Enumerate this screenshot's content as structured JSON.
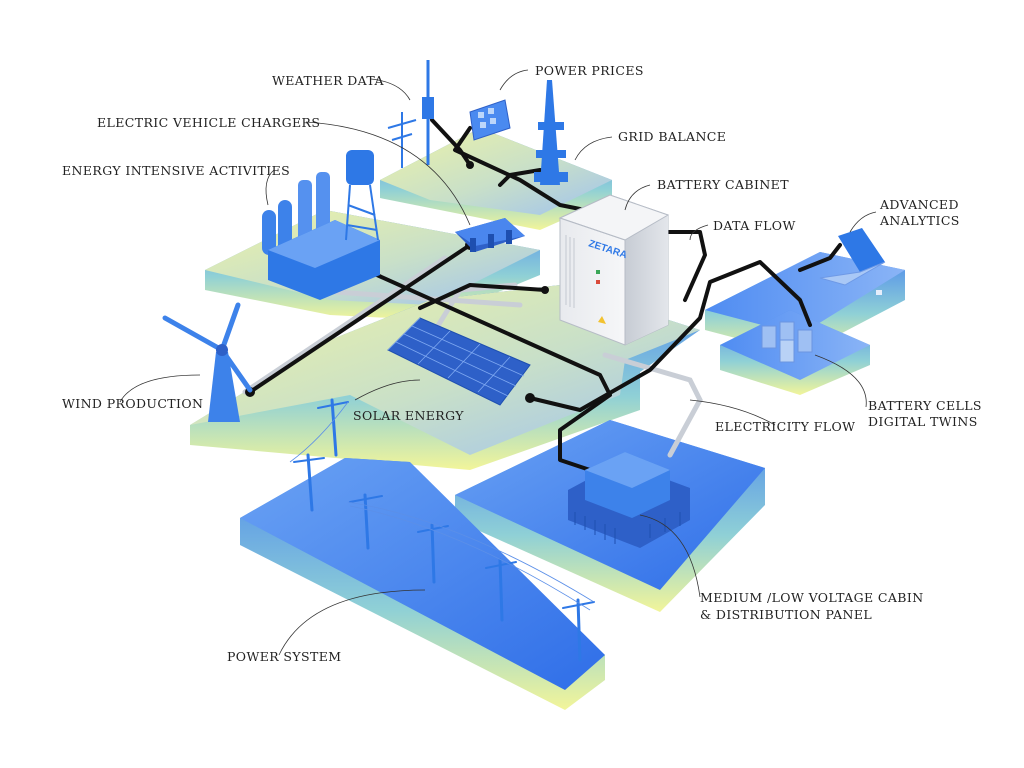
{
  "diagram": {
    "labels": {
      "weather_data": "WEATHER DATA",
      "power_prices": "POWER PRICES",
      "ev_chargers": "ELECTRIC VEHICLE CHARGERS",
      "grid_balance": "GRID BALANCE",
      "energy_intensive": "ENERGY INTENSIVE ACTIVITIES",
      "battery_cabinet": "BATTERY CABINET",
      "data_flow": "DATA FLOW",
      "advanced_analytics_1": "ADVANCED",
      "advanced_analytics_2": "ANALYTICS",
      "wind_production": "WIND PRODUCTION",
      "solar_energy": "SOLAR ENERGY",
      "electricity_flow": "ELECTRICITY FLOW",
      "battery_cells_1": "BATTERY CELLS",
      "battery_cells_2": "DIGITAL TWINS",
      "mv_cabin_1": "MEDIUM /LOW VOLTAGE CABIN",
      "mv_cabin_2": "& DISTRIBUTION PANEL",
      "power_system": "POWER SYSTEM"
    },
    "cabinet_brand": "ZETARA",
    "colors": {
      "platform_blue": "#3d7ff0",
      "platform_light": "#a8c9f5",
      "platform_yellow": "#e3ed9a",
      "equipment_blue": "#2e78e6",
      "data_line": "#111111",
      "electric_line": "#c9ced6"
    }
  }
}
